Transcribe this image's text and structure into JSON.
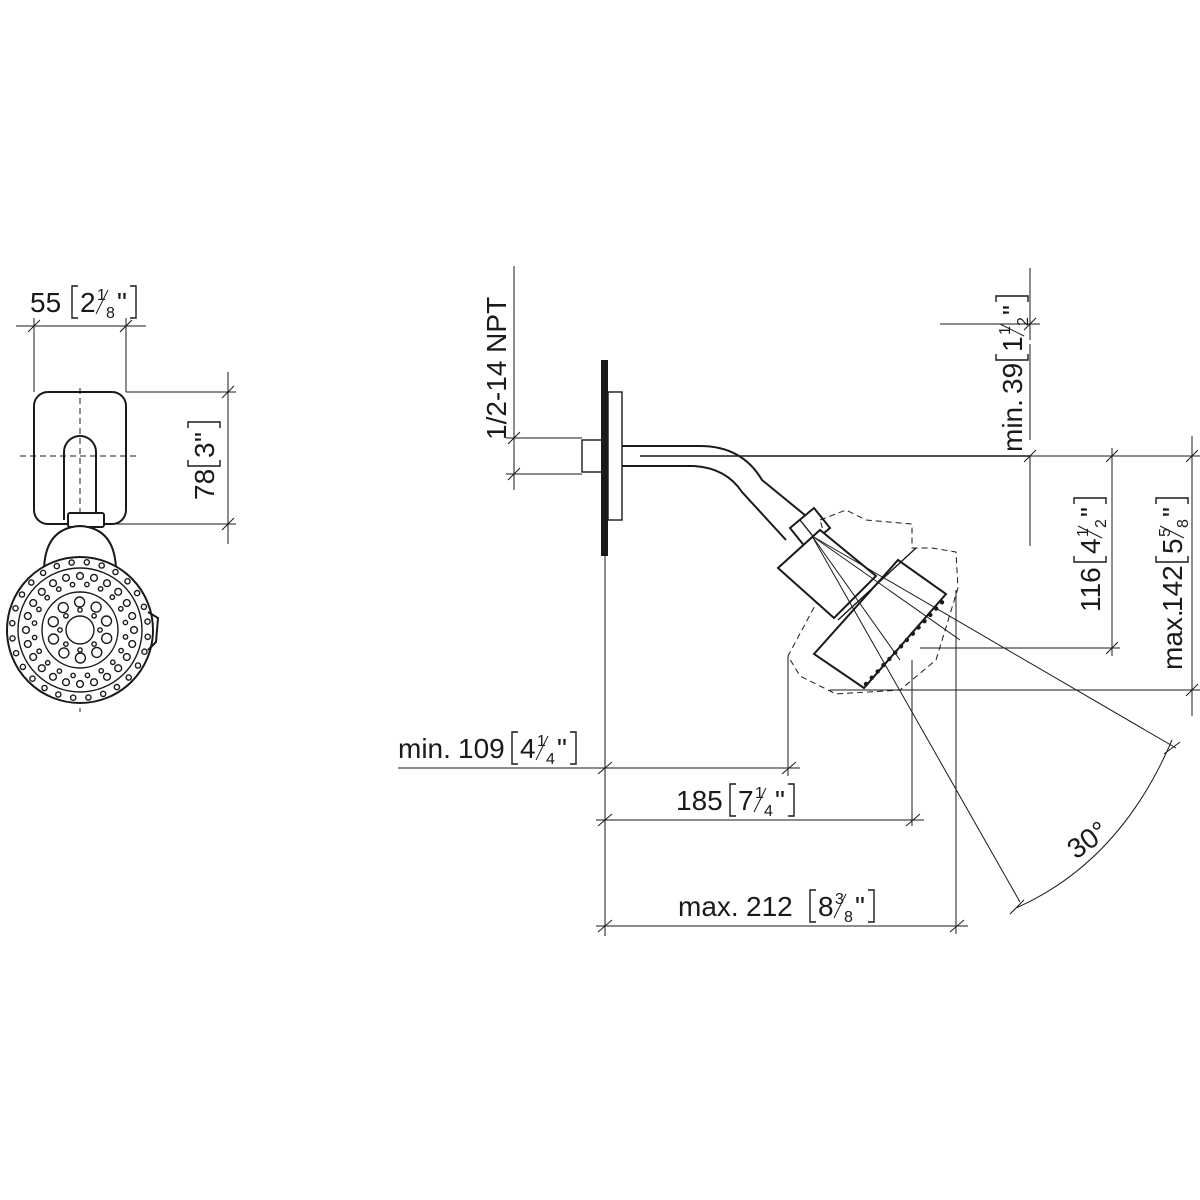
{
  "front_view": {
    "width": {
      "value": "55",
      "whole": "2",
      "num": "1",
      "den": "8",
      "inch": "\""
    },
    "height": {
      "value": "78",
      "whole": "3",
      "inch": "\""
    }
  },
  "side_view": {
    "thread": "1/2-14 NPT",
    "min_depth": {
      "prefix": "min. ",
      "value": "39",
      "whole": "1",
      "num": "1",
      "den": "2",
      "inch": "\""
    },
    "drop": {
      "value": "116",
      "whole": "4",
      "num": "1",
      "den": "2",
      "inch": "\""
    },
    "max_drop": {
      "prefix": "max.",
      "value": "142",
      "whole": "5",
      "num": "5",
      "den": "8",
      "inch": "\""
    },
    "min_reach": {
      "prefix": "min. ",
      "value": "109",
      "whole": "4",
      "num": "1",
      "den": "4",
      "inch": "\""
    },
    "reach": {
      "value": "185",
      "whole": "7",
      "num": "1",
      "den": "4",
      "inch": "\""
    },
    "max_reach": {
      "prefix": "max. ",
      "value": "212",
      "whole": "8",
      "num": "3",
      "den": "8",
      "inch": "\""
    },
    "angle": "30°"
  }
}
